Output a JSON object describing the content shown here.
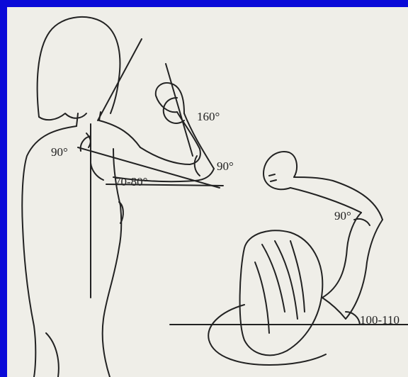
{
  "colors": {
    "border": "#0a0ad8",
    "paper": "#efeee8",
    "ink": "#222222"
  },
  "labels": {
    "angle_90_back": "90°",
    "angle_160": "160°",
    "angle_90_elbow": "90°",
    "angle_70_80": "70-80°",
    "angle_90_arm": "90°",
    "angle_100_110": "100-110"
  }
}
